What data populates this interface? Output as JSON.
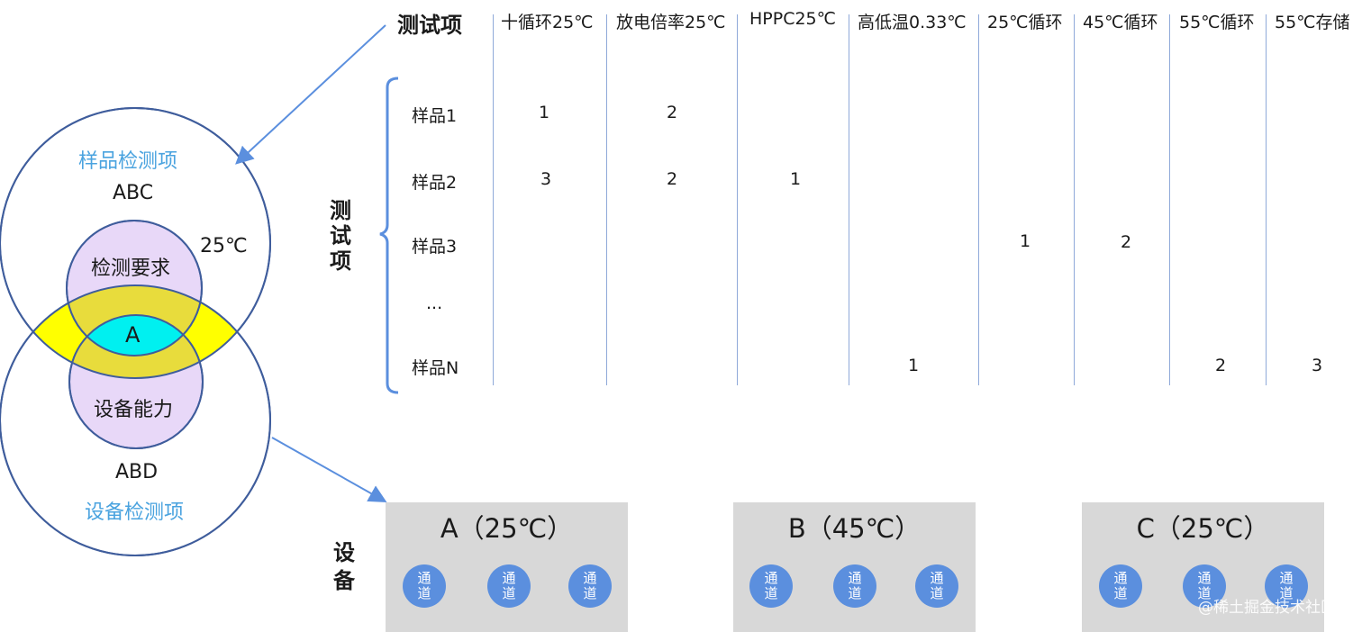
{
  "table": {
    "title": "测试项",
    "columns": [
      "十循环25℃",
      "放电倍率25℃",
      "HPPC25℃",
      "高低温0.33℃",
      "25℃循环",
      "45℃循环",
      "55℃循环",
      "55℃存储"
    ],
    "row_axis_label": "测试项",
    "rows": [
      {
        "label": "样品1",
        "cells": [
          "1",
          "2",
          "",
          "",
          "",
          "",
          "",
          ""
        ]
      },
      {
        "label": "样品2",
        "cells": [
          "3",
          "2",
          "1",
          "",
          "",
          "",
          "",
          ""
        ]
      },
      {
        "label": "样品3",
        "cells": [
          "",
          "",
          "",
          "",
          "1",
          "2",
          "",
          ""
        ]
      },
      {
        "label": "...",
        "cells": [
          "",
          "",
          "",
          "",
          "",
          "",
          "",
          ""
        ]
      },
      {
        "label": "样品N",
        "cells": [
          "",
          "",
          "",
          "1",
          "",
          "",
          "2",
          "3"
        ]
      }
    ]
  },
  "venn": {
    "top_circle_title": "样品检测项",
    "top_circle_value": "ABC",
    "temperature": "25℃",
    "inner_top": "检测要求",
    "center": "A",
    "inner_bottom": "设备能力",
    "bottom_circle_value": "ABD",
    "bottom_circle_title": "设备检测项",
    "colors": {
      "circle_stroke": "#3f5d9c",
      "inner_fill": "#e8d8f8",
      "lens_fill": "#ffff00",
      "overlap_fill": "#e8dc3c",
      "center_fill": "#00f0f0"
    }
  },
  "devices": {
    "label": "设备",
    "items": [
      {
        "title": "A（25℃）",
        "channels": [
          "通道",
          "通道",
          "通道"
        ]
      },
      {
        "title": "B（45℃）",
        "channels": [
          "通道",
          "通道",
          "通道"
        ]
      },
      {
        "title": "C（25℃）",
        "channels": [
          "通道",
          "通道",
          "通道"
        ]
      }
    ]
  },
  "watermark": "@稀土掘金技术社区"
}
